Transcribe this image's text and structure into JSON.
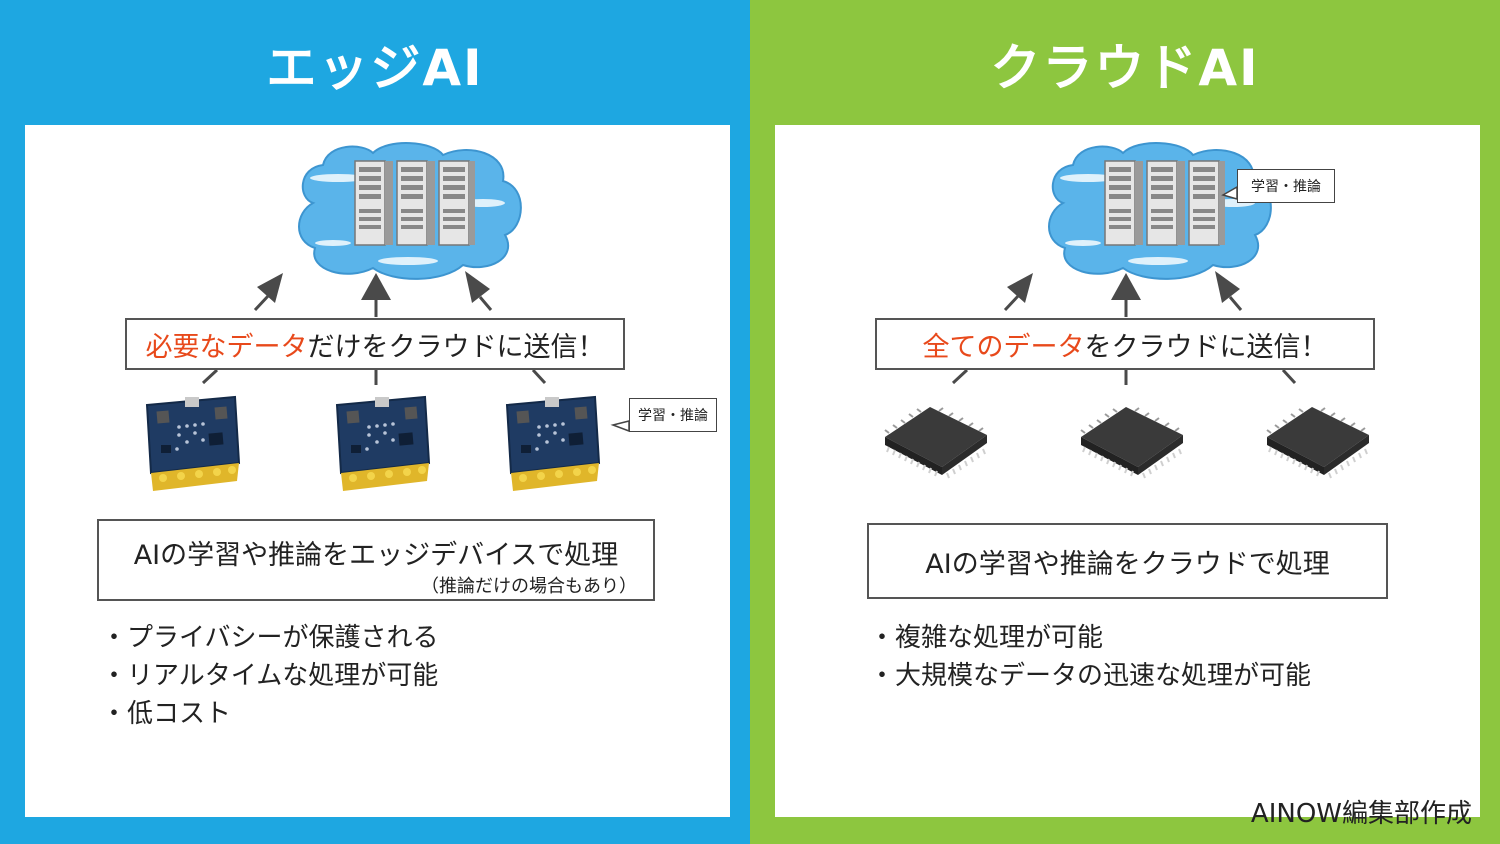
{
  "colors": {
    "edge_bg": "#1ea7e1",
    "cloud_bg": "#8dc63f",
    "highlight": "#e8491b"
  },
  "edge": {
    "title": "エッジAI",
    "banner_highlight": "必要なデータ",
    "banner_rest": "だけをクラウドに送信！",
    "bubble": "学習・推論",
    "summary_main": "AIの学習や推論をエッジデバイスで処理",
    "summary_sub": "（推論だけの場合もあり）",
    "bullets": [
      "・プライバシーが保護される",
      "・リアルタイムな処理が可能",
      "・低コスト"
    ]
  },
  "cloud": {
    "title": "クラウドAI",
    "banner_highlight": "全てのデータ",
    "banner_rest": "をクラウドに送信！",
    "bubble": "学習・推論",
    "summary_main": "AIの学習や推論をクラウドで処理",
    "bullets": [
      "・複雑な処理が可能",
      "・大規模なデータの迅速な処理が可能"
    ]
  },
  "credit": "AINOW編集部作成"
}
